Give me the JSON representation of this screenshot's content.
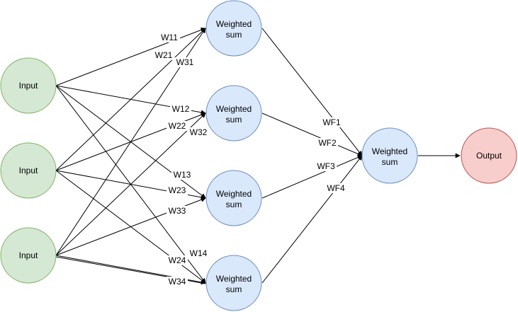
{
  "colors": {
    "input_fill": "#d5e8d4",
    "input_stroke": "#82b366",
    "hidden_fill": "#dae8fc",
    "hidden_stroke": "#6c8ebf",
    "output_fill": "#f8cecc",
    "output_stroke": "#b85450",
    "edge": "#000000"
  },
  "nodes": {
    "input1": "Input",
    "input2": "Input",
    "input3": "Input",
    "hidden1": [
      "Weighted",
      "sum"
    ],
    "hidden2": [
      "Weighted",
      "sum"
    ],
    "hidden3": [
      "Weighted",
      "sum"
    ],
    "hidden4": [
      "Weighted",
      "sum"
    ],
    "combine": [
      "Weighted",
      "sum"
    ],
    "output": "Output"
  },
  "weights": {
    "w11": "W11",
    "w21": "W21",
    "w31": "W31",
    "w12": "W12",
    "w22": "W22",
    "w32": "W32",
    "w13": "W13",
    "w23": "W23",
    "w33": "W33",
    "w14": "W14",
    "w24": "W24",
    "w34": "W34",
    "wf1": "WF1",
    "wf2": "WF2",
    "wf3": "WF3",
    "wf4": "WF4"
  }
}
